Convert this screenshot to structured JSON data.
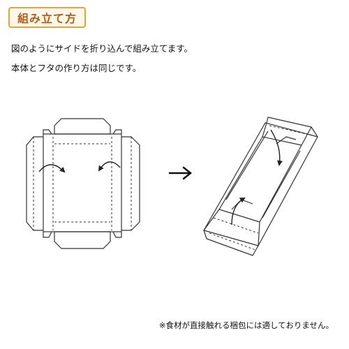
{
  "header": {
    "title": "組み立て方"
  },
  "instructions": {
    "line1": "図のようにサイドを折り込んで組み立てます。",
    "line2": "本体とフタの作り方は同じです。"
  },
  "footnote": "※食材が直接触れる梱包には適しておりません。",
  "diagram": {
    "step1": "unfolded-box-net",
    "arrow": "right-arrow",
    "step2": "folded-box-tray"
  },
  "colors": {
    "accent_border": "#e8a23a",
    "accent_text": "#b55d1d",
    "accent_bg": "#fff7e8",
    "line": "#333333"
  }
}
